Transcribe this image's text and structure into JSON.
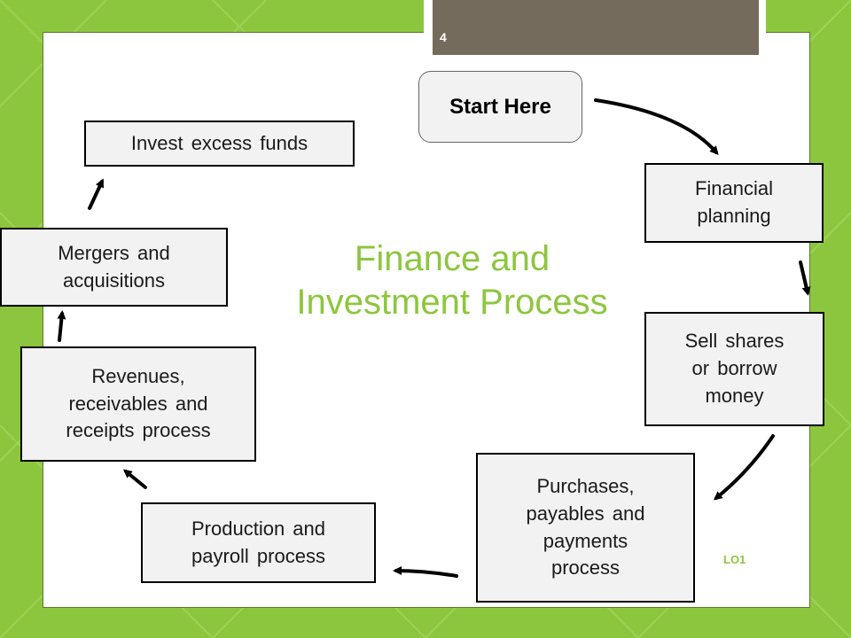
{
  "slide_number": "4",
  "title_line1": "Finance and",
  "title_line2": "Investment Process",
  "start_label": "Start Here",
  "steps": {
    "financial_planning": [
      "Financial",
      "planning"
    ],
    "sell_shares": [
      "Sell shares",
      "or borrow",
      "money"
    ],
    "purchases": [
      "Purchases,",
      "payables and",
      "payments",
      "process"
    ],
    "production": [
      "Production and",
      "payroll process"
    ],
    "revenues": [
      "Revenues,",
      "receivables and",
      "receipts process"
    ],
    "mergers": [
      "Mergers and",
      "acquisitions"
    ],
    "invest": [
      "Invest excess funds"
    ]
  },
  "lo_label": "LO1",
  "colors": {
    "background": "#8cc63f",
    "accent": "#8dc63f",
    "tab": "#746b5c",
    "box_fill": "#f2f2f2"
  }
}
